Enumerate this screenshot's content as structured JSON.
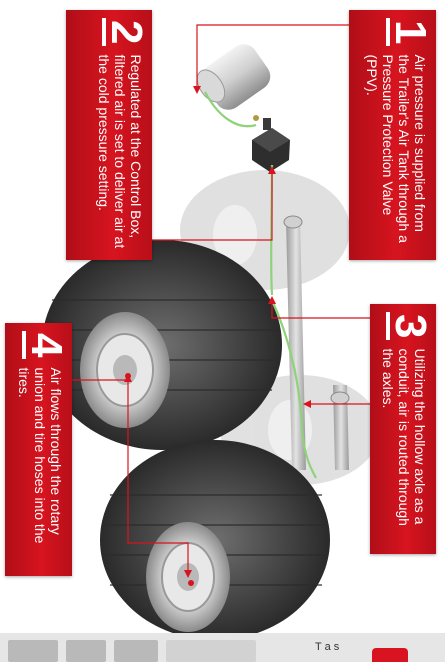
{
  "callouts": [
    {
      "number": "1",
      "text": "Air pressure is supplied from the Trailer's Air Tank through a Pressure Protection Valve (PPV)."
    },
    {
      "number": "2",
      "text": "Regulated at the Control Box, filtered air is set to deliver air at the cold pressure setting."
    },
    {
      "number": "3",
      "text": "Utilizing the hollow axle as a conduit, air is routed through the axles."
    },
    {
      "number": "4",
      "text": "Air flows through the rotary union and tire hoses into the tires."
    }
  ],
  "strip": {
    "partial_text": "T a s"
  },
  "colors": {
    "callout": "#d7141f",
    "leader": "#d7141f",
    "hose": "#8fd27a",
    "tire": "#4a4a4a",
    "tank": "#c9c9c9"
  }
}
